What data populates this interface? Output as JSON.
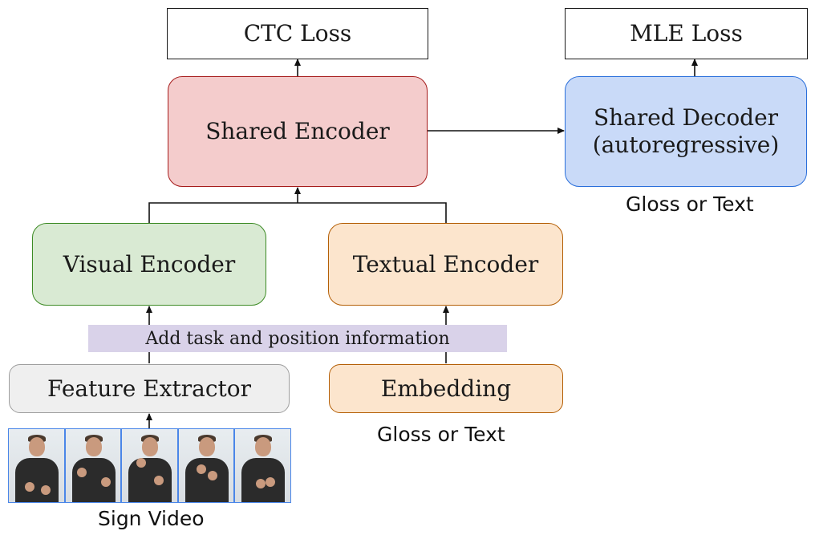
{
  "diagram": {
    "ctc_loss": "CTC Loss",
    "mle_loss": "MLE Loss",
    "shared_encoder": "Shared Encoder",
    "shared_decoder_line1": "Shared Decoder",
    "shared_decoder_line2": "(autoregressive)",
    "decoder_output_caption": "Gloss or Text",
    "visual_encoder": "Visual Encoder",
    "textual_encoder": "Textual Encoder",
    "task_position_bar": "Add task and position information",
    "feature_extractor": "Feature Extractor",
    "embedding": "Embedding",
    "embedding_input_caption": "Gloss or Text",
    "video_caption": "Sign Video",
    "video_frame_count": 5
  },
  "colors": {
    "shared_encoder_fill": "#f4cccc",
    "shared_decoder_fill": "#c9daf8",
    "visual_encoder_fill": "#d9ead3",
    "textual_encoder_fill": "#fce5cd",
    "task_bar_fill": "#d9d2e9",
    "feature_extractor_fill": "#efefef"
  }
}
